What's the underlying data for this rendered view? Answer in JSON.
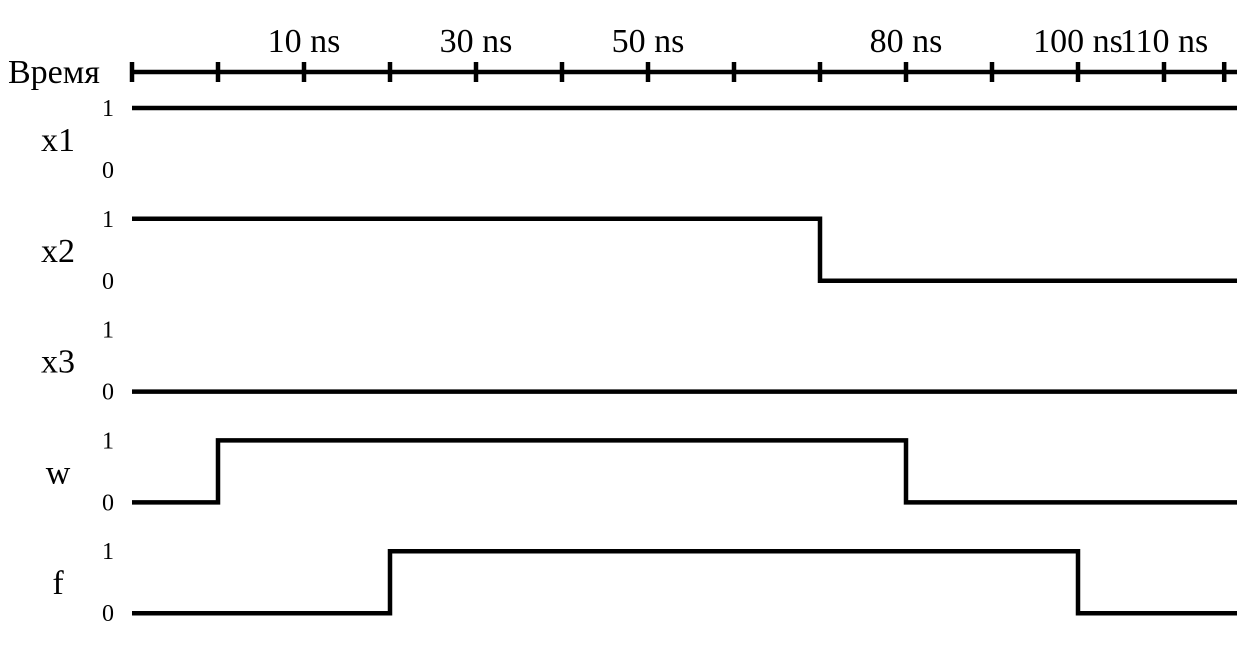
{
  "time_axis": {
    "title": "Время",
    "units": "ns",
    "range": [
      -10,
      118
    ],
    "tick_times": [
      -10,
      0,
      10,
      20,
      30,
      40,
      50,
      60,
      70,
      80,
      90,
      100,
      110,
      117
    ],
    "labels": [
      {
        "time": 10,
        "text": "10 ns"
      },
      {
        "time": 30,
        "text": "30 ns"
      },
      {
        "time": 50,
        "text": "50 ns"
      },
      {
        "time": 80,
        "text": "80 ns"
      },
      {
        "time": 100,
        "text": "100 ns"
      },
      {
        "time": 110,
        "text": "110 ns"
      }
    ]
  },
  "level_labels": {
    "high": "1",
    "low": "0"
  },
  "signals": [
    {
      "name": "x1",
      "initial": 1,
      "transitions": []
    },
    {
      "name": "x2",
      "initial": 1,
      "transitions": [
        {
          "time": 70,
          "value": 0
        }
      ]
    },
    {
      "name": "x3",
      "initial": 0,
      "transitions": []
    },
    {
      "name": "w",
      "initial": 0,
      "transitions": [
        {
          "time": 0,
          "value": 1
        },
        {
          "time": 80,
          "value": 0
        }
      ]
    },
    {
      "name": "f",
      "initial": 0,
      "transitions": [
        {
          "time": 20,
          "value": 1
        },
        {
          "time": 100,
          "value": 0
        }
      ]
    }
  ],
  "colors": {
    "line": "#000000",
    "background": "#ffffff"
  }
}
